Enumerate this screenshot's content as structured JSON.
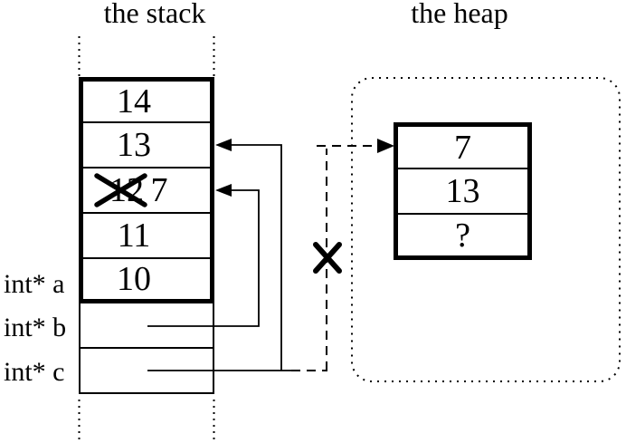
{
  "titles": {
    "stack": "the stack",
    "heap": "the heap"
  },
  "stack": {
    "cells": [
      {
        "value": "14"
      },
      {
        "value": "13"
      },
      {
        "old_value": "12",
        "new_value": "7",
        "crossed_out": true
      },
      {
        "value": "11"
      },
      {
        "value": "10"
      }
    ],
    "variables": [
      {
        "label": "int* a"
      },
      {
        "label": "int* b"
      },
      {
        "label": "int* c"
      }
    ]
  },
  "heap": {
    "cells": [
      {
        "value": "7"
      },
      {
        "value": "13"
      },
      {
        "value": "?"
      }
    ]
  },
  "pointers": [
    {
      "from": "int* b",
      "to": "stack cell with crossed-out 12 (now 7)",
      "style": "solid-arrow"
    },
    {
      "from": "int* c",
      "to": "stack cell 13",
      "style": "solid-arrow"
    },
    {
      "from": "int* c",
      "to": "heap block",
      "style": "dashed-arrow",
      "crossed_out": true
    }
  ],
  "colors": {
    "ink": "#000000",
    "background": "#ffffff"
  }
}
